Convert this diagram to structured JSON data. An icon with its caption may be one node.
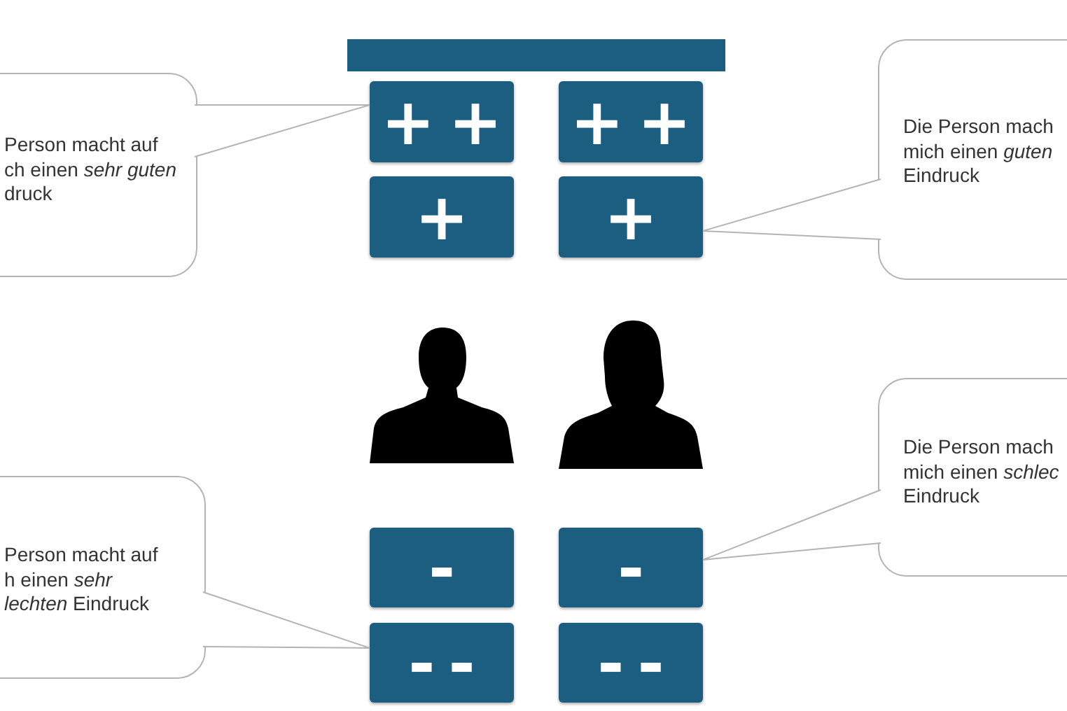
{
  "diagram": {
    "nodes": [
      {
        "text": [],
        "shape": "bar"
      },
      {
        "text": [
          "Person macht auf ch einen *sehr guten* druck"
        ]
      },
      {
        "text": [
          "+ +"
        ]
      },
      {
        "text": [
          "+ +"
        ]
      },
      {
        "text": [
          "Die Person mach mich einen *guten* Eindruck"
        ]
      },
      {
        "text": [
          "+"
        ]
      },
      {
        "text": [
          "+"
        ]
      },
      {
        "text": [],
        "shape": "person"
      },
      {
        "text": [],
        "shape": "person"
      },
      {
        "text": [
          "Die Person mach mich einen *schlec* Eindruck"
        ]
      },
      {
        "text": [
          "Person macht auf h einen *sehr lechten* Eindruck"
        ]
      },
      {
        "text": [
          "-"
        ]
      },
      {
        "text": [
          "-"
        ]
      },
      {
        "text": [
          "- -"
        ]
      },
      {
        "text": [
          "- -"
        ]
      }
    ],
    "edges": [
      {
        "from": 1,
        "to": 2,
        "arrow": "none"
      },
      {
        "from": 4,
        "to": 6,
        "arrow": "none"
      },
      {
        "from": 9,
        "to": 12,
        "arrow": "none"
      },
      {
        "from": 10,
        "to": 13,
        "arrow": "none"
      }
    ]
  }
}
